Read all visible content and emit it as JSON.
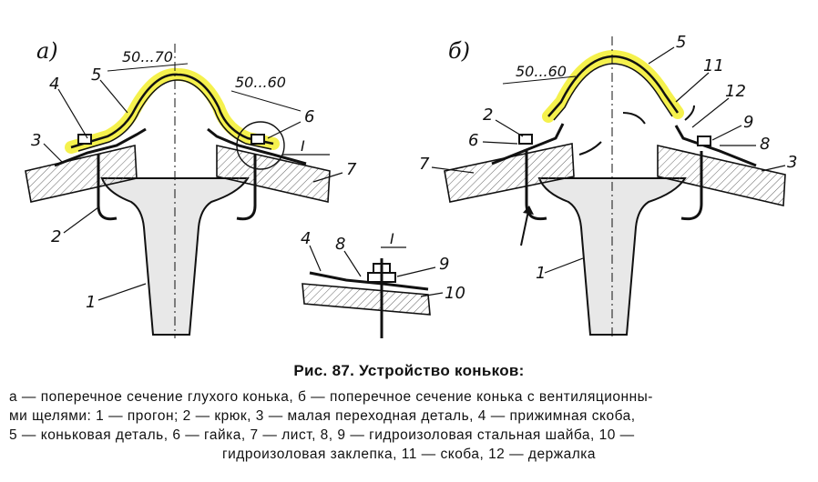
{
  "figure": {
    "panel_a": "а)",
    "panel_b": "б)",
    "dim_a1": "50...70",
    "dim_a2": "50...60",
    "dim_b1": "50...60",
    "detail_mark_a": "I",
    "detail_mark_detail": "I",
    "labels_a": [
      "1",
      "2",
      "3",
      "4",
      "5",
      "6",
      "7"
    ],
    "labels_b": [
      "1",
      "2",
      "3",
      "5",
      "6",
      "7",
      "8",
      "9",
      "11",
      "12"
    ],
    "labels_detail": [
      "4",
      "8",
      "9",
      "10"
    ],
    "colors": {
      "highlight": "#f4ef3a",
      "line": "#111111",
      "hatch": "#555555"
    }
  },
  "caption": {
    "title": "Рис. 87. Устройство коньков:",
    "line1": "а — поперечное сечение глухого конька, б — поперечное сечение конька с вентиляционны-",
    "line2": "ми щелями: 1 — прогон; 2 — крюк, 3 — малая переходная деталь, 4 — прижимная скоба,",
    "line3": "5 — коньковая деталь, 6 — гайка, 7 — лист, 8, 9 — гидроизоловая стальная шайба, 10 —",
    "line4": "гидроизоловая заклепка, 11 — скоба, 12 — держалка"
  }
}
